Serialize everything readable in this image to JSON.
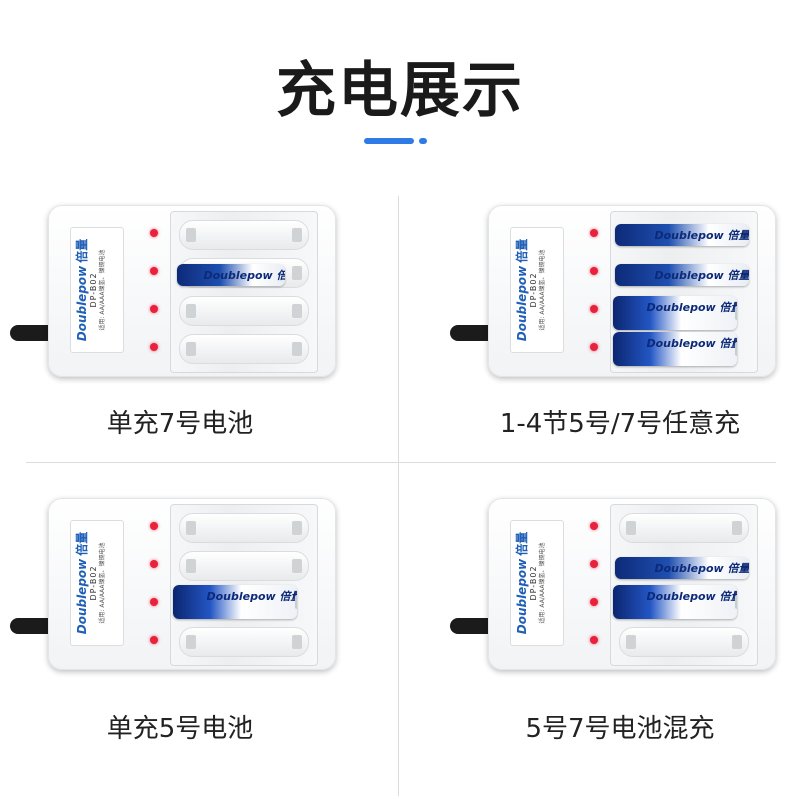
{
  "title": "充电展示",
  "accent_color": "#2e7be8",
  "led_color": "#e8213c",
  "charger_label": {
    "brand": "Doublepow",
    "brand_cn": "倍量",
    "model": "DP-B02",
    "spec": "适用: AA/AAA镍氢、镍镉电池"
  },
  "battery_label": "Doublepow 倍量",
  "panels": [
    {
      "caption": "单充7号电池"
    },
    {
      "caption": "1-4节5号/7号任意充"
    },
    {
      "caption": "单充5号电池"
    },
    {
      "caption": "5号7号电池混充"
    }
  ]
}
